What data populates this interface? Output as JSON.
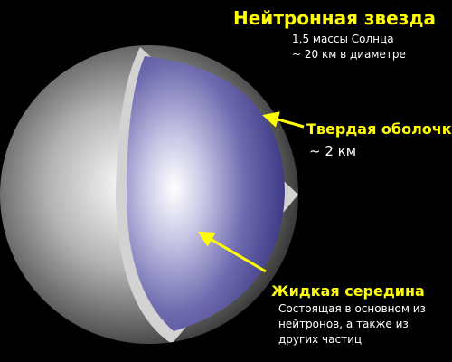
{
  "title": "Нейтронная звезда",
  "subtitle_lines": [
    "1,5 массы Солнца",
    "~ 20 км в диаметре"
  ],
  "crust": {
    "label": "Твердая оболочка",
    "detail": "~ 2 км"
  },
  "core": {
    "label": "Жидкая середина",
    "detail_lines": [
      "Состоящая в основном из",
      "нейтронов, а также из",
      "других частиц"
    ]
  },
  "colors": {
    "background": "#000000",
    "label_accent": "#ffff00",
    "text": "#ffffff",
    "crust": "#d0d0d0",
    "core_center": "#ffffff",
    "core_edge": "#3e3a8c",
    "sphere_light": "#ffffff",
    "sphere_dark": "#1a1a1a"
  }
}
